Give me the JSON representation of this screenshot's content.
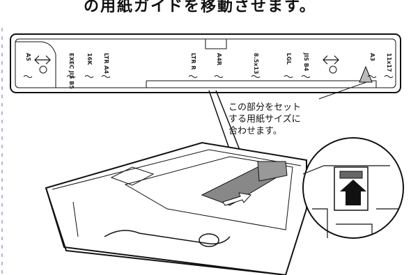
{
  "heading_fragment": "の用紙ガイドを移動させます。",
  "scale_labels": [
    "A5",
    "EXEC JIS B5",
    "16K",
    "LTR A4",
    "LTR R",
    "A4R",
    "8.5x13",
    "LGL",
    "JIS B4",
    "A3",
    "11x17"
  ],
  "callout": {
    "lines": [
      "この部分をセット",
      "する用紙サイズに",
      "合わせます。"
    ]
  },
  "colors": {
    "outline": "#111111",
    "left_border_dashes": "#b9b3d6",
    "guide_fill": "#888888",
    "arrow_fill": "#111111"
  },
  "icons": [
    "direction-arrows-icon",
    "pointer-triangle-icon",
    "push-arrow-icon"
  ]
}
